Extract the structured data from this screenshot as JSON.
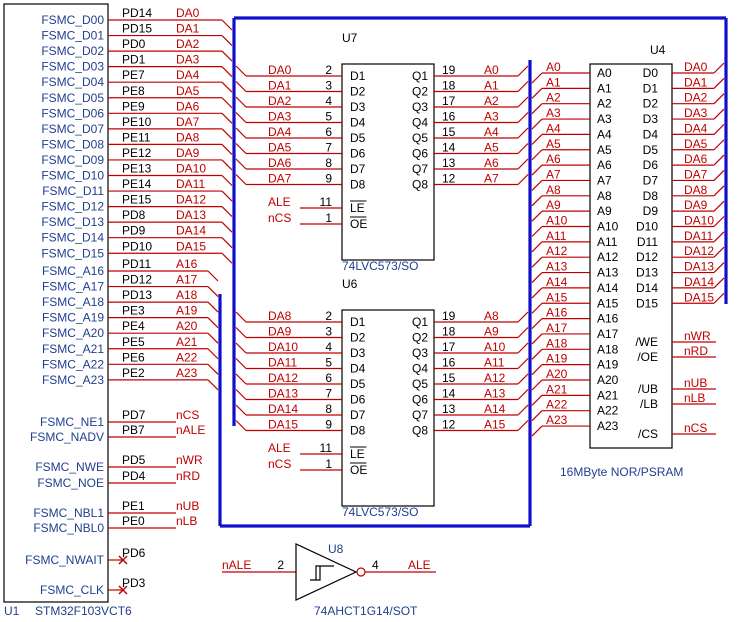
{
  "u1": {
    "ref": "U1",
    "part": "STM32F103VCT6",
    "data_rows": [
      {
        "fsmc": "FSMC_D00",
        "port": "PD14",
        "net": "DA0"
      },
      {
        "fsmc": "FSMC_D01",
        "port": "PD15",
        "net": "DA1"
      },
      {
        "fsmc": "FSMC_D02",
        "port": "PD0",
        "net": "DA2"
      },
      {
        "fsmc": "FSMC_D03",
        "port": "PD1",
        "net": "DA3"
      },
      {
        "fsmc": "FSMC_D04",
        "port": "PE7",
        "net": "DA4"
      },
      {
        "fsmc": "FSMC_D05",
        "port": "PE8",
        "net": "DA5"
      },
      {
        "fsmc": "FSMC_D06",
        "port": "PE9",
        "net": "DA6"
      },
      {
        "fsmc": "FSMC_D07",
        "port": "PE10",
        "net": "DA7"
      },
      {
        "fsmc": "FSMC_D08",
        "port": "PE11",
        "net": "DA8"
      },
      {
        "fsmc": "FSMC_D09",
        "port": "PE12",
        "net": "DA9"
      },
      {
        "fsmc": "FSMC_D10",
        "port": "PE13",
        "net": "DA10"
      },
      {
        "fsmc": "FSMC_D11",
        "port": "PE14",
        "net": "DA11"
      },
      {
        "fsmc": "FSMC_D12",
        "port": "PE15",
        "net": "DA12"
      },
      {
        "fsmc": "FSMC_D13",
        "port": "PD8",
        "net": "DA13"
      },
      {
        "fsmc": "FSMC_D14",
        "port": "PD9",
        "net": "DA14"
      },
      {
        "fsmc": "FSMC_D15",
        "port": "PD10",
        "net": "DA15"
      }
    ],
    "addr_rows": [
      {
        "fsmc": "FSMC_A16",
        "port": "PD11",
        "net": "A16"
      },
      {
        "fsmc": "FSMC_A17",
        "port": "PD12",
        "net": "A17"
      },
      {
        "fsmc": "FSMC_A18",
        "port": "PD13",
        "net": "A18"
      },
      {
        "fsmc": "FSMC_A19",
        "port": "PE3",
        "net": "A19"
      },
      {
        "fsmc": "FSMC_A20",
        "port": "PE4",
        "net": "A20"
      },
      {
        "fsmc": "FSMC_A21",
        "port": "PE5",
        "net": "A21"
      },
      {
        "fsmc": "FSMC_A22",
        "port": "PE6",
        "net": "A22"
      },
      {
        "fsmc": "FSMC_A23",
        "port": "PE2",
        "net": "A23"
      }
    ],
    "ctrl_rows": [
      {
        "fsmc": "FSMC_NE1",
        "port": "PD7",
        "net": "nCS"
      },
      {
        "fsmc": "FSMC_NADV",
        "port": "PB7",
        "net": "nALE"
      },
      {
        "fsmc": "FSMC_NWE",
        "port": "PD5",
        "net": "nWR"
      },
      {
        "fsmc": "FSMC_NOE",
        "port": "PD4",
        "net": "nRD"
      },
      {
        "fsmc": "FSMC_NBL1",
        "port": "PE1",
        "net": "nUB"
      },
      {
        "fsmc": "FSMC_NBL0",
        "port": "PE0",
        "net": "nLB"
      },
      {
        "fsmc": "FSMC_NWAIT",
        "port": "PD6",
        "net": ""
      },
      {
        "fsmc": "FSMC_CLK",
        "port": "PD3",
        "net": ""
      }
    ]
  },
  "u7": {
    "ref": "U7",
    "part": "74LVC573/SO",
    "d_pins": [
      "D1",
      "D2",
      "D3",
      "D4",
      "D5",
      "D6",
      "D7",
      "D8"
    ],
    "q_pins": [
      "Q1",
      "Q2",
      "Q3",
      "Q4",
      "Q5",
      "Q6",
      "Q7",
      "Q8"
    ],
    "in_nums": [
      "2",
      "3",
      "4",
      "5",
      "6",
      "7",
      "8",
      "9"
    ],
    "out_nums": [
      "19",
      "18",
      "17",
      "16",
      "15",
      "14",
      "13",
      "12"
    ],
    "in_nets": [
      "DA0",
      "DA1",
      "DA2",
      "DA3",
      "DA4",
      "DA5",
      "DA6",
      "DA7"
    ],
    "out_nets": [
      "A0",
      "A1",
      "A2",
      "A3",
      "A4",
      "A5",
      "A6",
      "A7"
    ],
    "le_pin": "LE",
    "oe_pin": "OE",
    "le_num": "11",
    "oe_num": "1",
    "le_net": "ALE",
    "oe_net": "nCS"
  },
  "u6": {
    "ref": "U6",
    "part": "74LVC573/SO",
    "d_pins": [
      "D1",
      "D2",
      "D3",
      "D4",
      "D5",
      "D6",
      "D7",
      "D8"
    ],
    "q_pins": [
      "Q1",
      "Q2",
      "Q3",
      "Q4",
      "Q5",
      "Q6",
      "Q7",
      "Q8"
    ],
    "in_nums": [
      "2",
      "3",
      "4",
      "5",
      "6",
      "7",
      "8",
      "9"
    ],
    "out_nums": [
      "19",
      "18",
      "17",
      "16",
      "15",
      "14",
      "13",
      "12"
    ],
    "in_nets": [
      "DA8",
      "DA9",
      "DA10",
      "DA11",
      "DA12",
      "DA13",
      "DA14",
      "DA15"
    ],
    "out_nets": [
      "A8",
      "A9",
      "A10",
      "A11",
      "A12",
      "A13",
      "A14",
      "A15"
    ],
    "le_pin": "LE",
    "oe_pin": "OE",
    "le_num": "11",
    "oe_num": "1",
    "le_net": "ALE",
    "oe_net": "nCS"
  },
  "u4": {
    "ref": "U4",
    "part": "16MByte NOR/PSRAM",
    "a_pins": [
      "A0",
      "A1",
      "A2",
      "A3",
      "A4",
      "A5",
      "A6",
      "A7",
      "A8",
      "A9",
      "A10",
      "A11",
      "A12",
      "A13",
      "A14",
      "A15",
      "A16",
      "A17",
      "A18",
      "A19",
      "A20",
      "A21",
      "A22",
      "A23"
    ],
    "a_nets": [
      "A0",
      "A1",
      "A2",
      "A3",
      "A4",
      "A5",
      "A6",
      "A7",
      "A8",
      "A9",
      "A10",
      "A11",
      "A12",
      "A13",
      "A14",
      "A15",
      "A16",
      "A17",
      "A18",
      "A19",
      "A20",
      "A21",
      "A22",
      "A23"
    ],
    "d_pins": [
      "D0",
      "D1",
      "D2",
      "D3",
      "D4",
      "D5",
      "D6",
      "D7",
      "D8",
      "D9",
      "D10",
      "D11",
      "D12",
      "D13",
      "D14",
      "D15"
    ],
    "d_nets": [
      "DA0",
      "DA1",
      "DA2",
      "DA3",
      "DA4",
      "DA5",
      "DA6",
      "DA7",
      "DA8",
      "DA9",
      "DA10",
      "DA11",
      "DA12",
      "DA13",
      "DA14",
      "DA15"
    ],
    "ctrl_pins": [
      "/WE",
      "/OE",
      "/UB",
      "/LB",
      "/CS"
    ],
    "ctrl_nets": [
      "nWR",
      "nRD",
      "nUB",
      "nLB",
      "nCS"
    ]
  },
  "u8": {
    "ref": "U8",
    "part": "74AHCT1G14/SOT",
    "in_num": "2",
    "out_num": "4",
    "in_net": "nALE",
    "out_net": "ALE"
  },
  "colors": {
    "wire": "#c00000",
    "component": "#1f3f8f",
    "bus": "#1010cc"
  }
}
